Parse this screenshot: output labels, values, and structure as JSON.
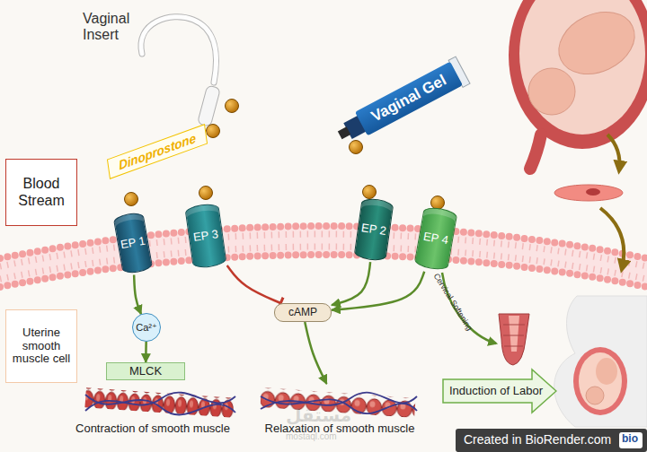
{
  "diagram": {
    "nodes": [
      {
        "text": [
          "Dinoprostone"
        ]
      },
      {
        "text": [
          "Vaginal Gel"
        ]
      },
      {
        "text": [
          "Blood Stream"
        ]
      },
      {
        "text": [
          "EP 1"
        ]
      },
      {
        "text": [
          "EP 3"
        ]
      },
      {
        "text": [
          "EP 2"
        ]
      },
      {
        "text": [
          "EP 4"
        ]
      },
      {
        "text": [
          "Uterine smooth muscle cell"
        ]
      },
      {
        "text": [
          "Ca²⁺"
        ]
      },
      {
        "text": [
          "cAMP"
        ]
      },
      {
        "text": [
          "MLCK"
        ]
      },
      {
        "text": [
          "Induction of Labor"
        ]
      },
      {
        "text": [
          "Contraction of smooth muscle"
        ]
      },
      {
        "text": [
          "Relaxation of smooth muscle"
        ]
      }
    ],
    "edges": [
      {
        "from": 3,
        "to": 8,
        "arrow": "to"
      },
      {
        "from": 8,
        "to": 10,
        "arrow": "to"
      },
      {
        "from": 4,
        "to": 9,
        "arrow": "to"
      },
      {
        "from": 5,
        "to": 9,
        "arrow": "to"
      },
      {
        "from": 6,
        "to": 9,
        "arrow": "to"
      },
      {
        "from": 9,
        "to": 13,
        "arrow": "to"
      }
    ],
    "labels": [
      "Vaginal Insert",
      "Cervical Softening",
      "مستقل",
      "mostaql.com",
      "Created in BioRender.com",
      "bio"
    ]
  }
}
